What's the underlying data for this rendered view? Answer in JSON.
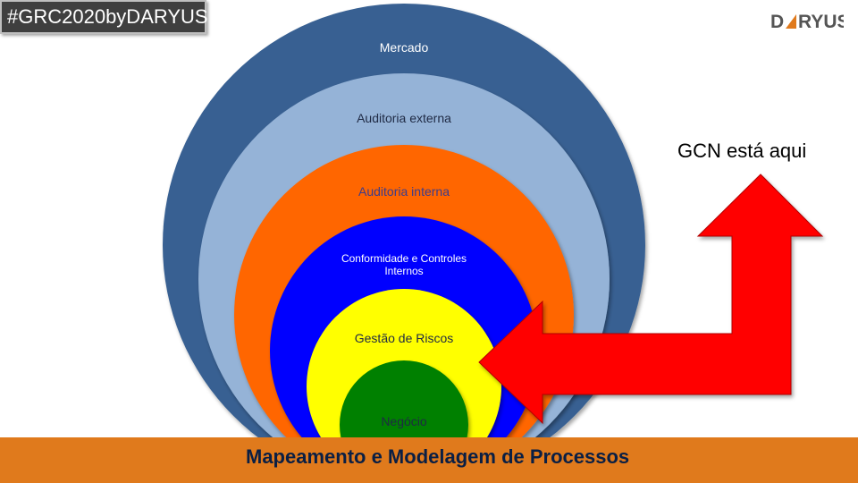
{
  "header": {
    "hashtag": "#GRC2020byDARYUS",
    "logo_text": "DARYUS"
  },
  "diagram": {
    "rings": [
      {
        "label": "Mercado",
        "color": "#376092"
      },
      {
        "label": "Auditoria externa",
        "color": "#95b3d7"
      },
      {
        "label": "Auditoria interna",
        "color": "#ff6600"
      },
      {
        "label_lines": [
          "Conformidade e Controles",
          "Internos"
        ],
        "color": "#0000ff"
      },
      {
        "label": "Gestão de Riscos",
        "color": "#ffff00"
      },
      {
        "label": "Negócio",
        "color": "#008000"
      }
    ],
    "callout": "GCN está aqui",
    "arrow_color": "#ff0000"
  },
  "footer": {
    "title": "Mapeamento e Modelagem de Processos",
    "color": "#e07a1c"
  }
}
